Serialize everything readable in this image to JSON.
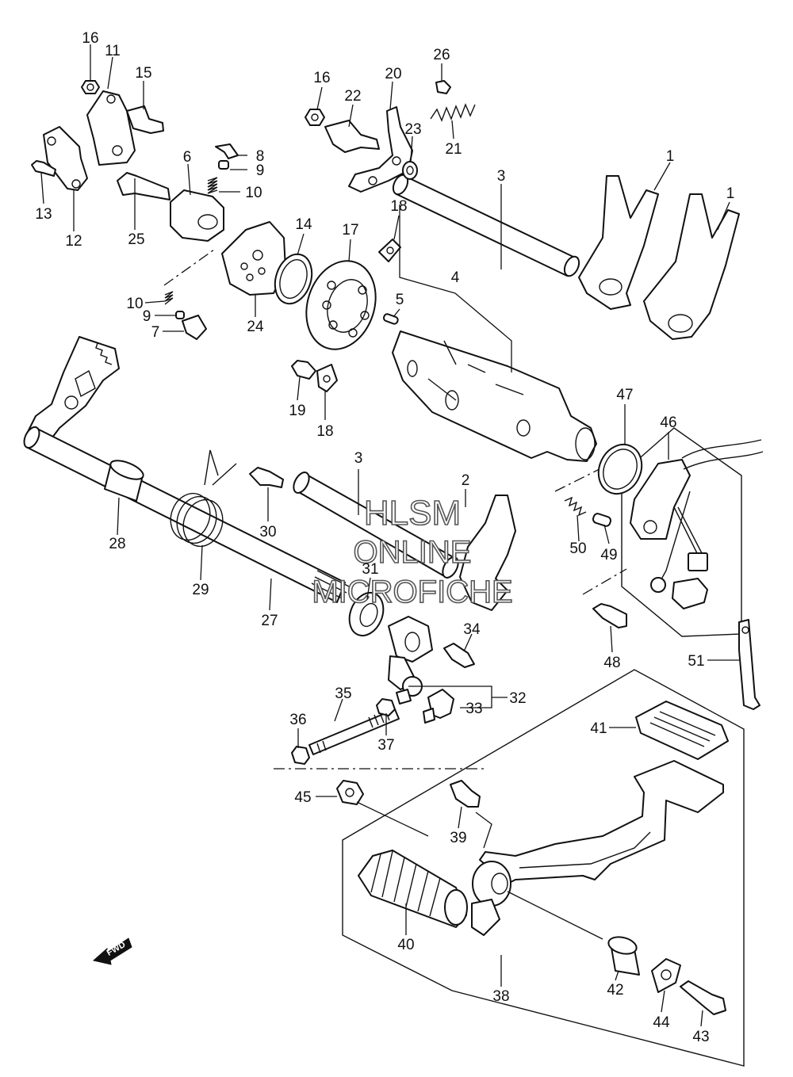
{
  "watermark": {
    "line1": "HLSM",
    "line2": "ONLINE",
    "line3": "MICROFICHE"
  },
  "fwd_label": "FWD",
  "callouts": {
    "c1a": "1",
    "c1b": "1",
    "c2": "2",
    "c3a": "3",
    "c3b": "3",
    "c4": "4",
    "c5": "5",
    "c6": "6",
    "c7": "7",
    "c8": "8",
    "c9a": "9",
    "c9b": "9",
    "c10a": "10",
    "c10b": "10",
    "c11": "11",
    "c12": "12",
    "c13": "13",
    "c14": "14",
    "c15": "15",
    "c16a": "16",
    "c16b": "16",
    "c17": "17",
    "c18a": "18",
    "c18b": "18",
    "c19": "19",
    "c20": "20",
    "c21": "21",
    "c22": "22",
    "c23": "23",
    "c24": "24",
    "c25": "25",
    "c26": "26",
    "c27": "27",
    "c28": "28",
    "c29": "29",
    "c30": "30",
    "c31": "31",
    "c32": "32",
    "c33": "33",
    "c34": "34",
    "c35": "35",
    "c36": "36",
    "c37": "37",
    "c38": "38",
    "c39": "39",
    "c40": "40",
    "c41": "41",
    "c42": "42",
    "c43": "43",
    "c44": "44",
    "c45": "45",
    "c46": "46",
    "c47": "47",
    "c48": "48",
    "c49": "49",
    "c50": "50",
    "c51": "51"
  }
}
